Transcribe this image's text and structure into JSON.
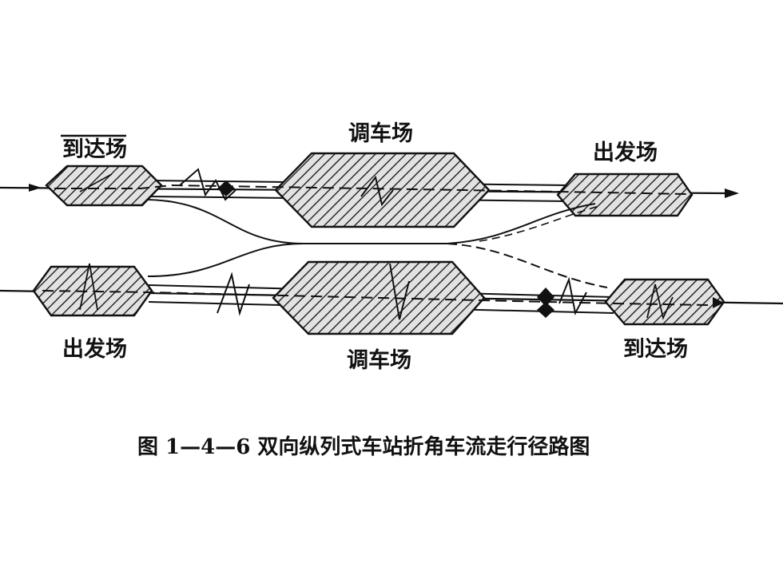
{
  "labels": {
    "upper_arrival_yard": "到达场",
    "upper_hump_yard": "调车场",
    "upper_departure_yard": "出发场",
    "lower_departure_yard": "出发场",
    "lower_hump_yard": "调车场",
    "lower_arrival_yard": "到达场"
  },
  "caption": "图 1—4—6   双向纵列式车站折角车流走行径路图",
  "colors": {
    "ink": "#111111",
    "yard_fill": "#dcdcdc",
    "background": "#ffffff"
  }
}
